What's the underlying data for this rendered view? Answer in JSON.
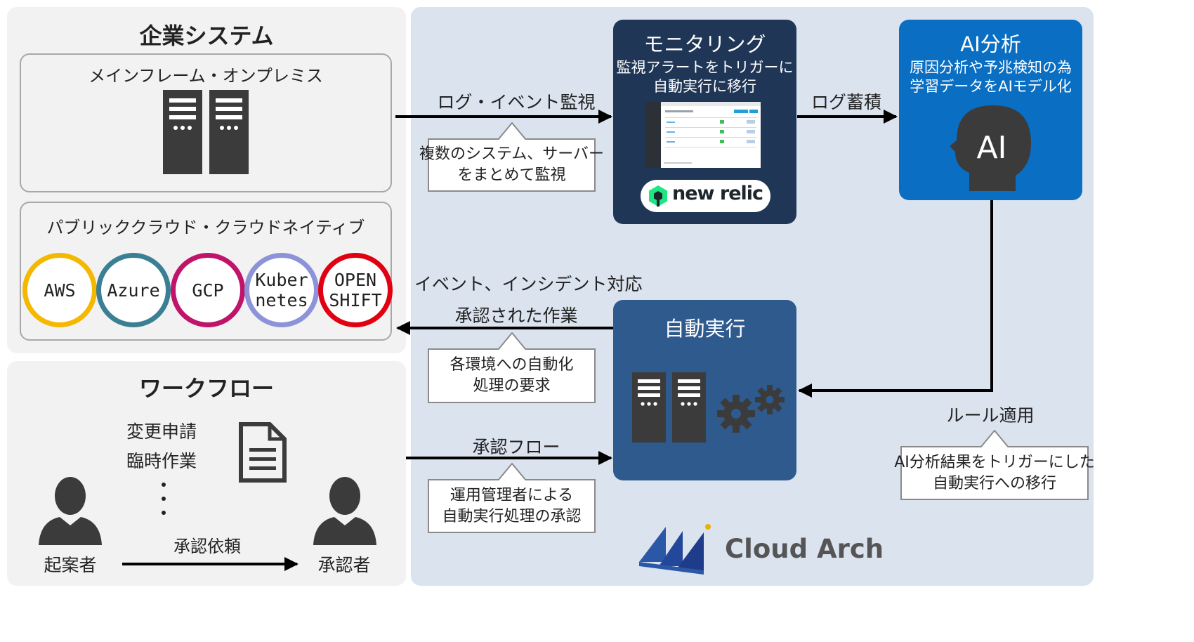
{
  "enterprise": {
    "title": "企業システム",
    "mainframe_label": "メインフレーム・オンプレミス",
    "cloud_label": "パブリッククラウド・クラウドネイティブ",
    "clouds": [
      {
        "lines": [
          "AWS"
        ],
        "color": "#f5b800"
      },
      {
        "lines": [
          "Azure"
        ],
        "color": "#3a7f93"
      },
      {
        "lines": [
          "GCP"
        ],
        "color": "#c0136a"
      },
      {
        "lines": [
          "Kuber",
          "netes"
        ],
        "color": "#8c93d8"
      },
      {
        "lines": [
          "OPEN",
          "SHIFT"
        ],
        "color": "#e00012"
      }
    ]
  },
  "workflow": {
    "title": "ワークフロー",
    "items": [
      "変更申請",
      "臨時作業"
    ],
    "requester": "起案者",
    "approver": "承認者",
    "request_label": "承認依頼"
  },
  "monitoring": {
    "title": "モニタリング",
    "desc1": "監視アラートをトリガーに",
    "desc2": "自動実行に移行",
    "logo_text": "new relic"
  },
  "ai": {
    "title": "AI分析",
    "desc1": "原因分析や予兆検知の為",
    "desc2": "学習データをAIモデル化",
    "head_text": "AI"
  },
  "auto": {
    "title": "自動実行"
  },
  "flows": {
    "log_event": "ログ・イベント監視",
    "log_callout1": "複数のシステム、サーバー",
    "log_callout2": "をまとめて監視",
    "log_store": "ログ蓄積",
    "event_incident": "イベント、インシデント対応",
    "approved_work": "承認された作業",
    "env_callout1": "各環境への自動化",
    "env_callout2": "処理の要求",
    "approval_flow": "承認フロー",
    "approval_callout1": "運用管理者による",
    "approval_callout2": "自動実行処理の承認",
    "rule_apply": "ルール適用",
    "rule_callout1": "AI分析結果をトリガーにした",
    "rule_callout2": "自動実行への移行"
  },
  "brand": {
    "name": "Cloud Arch"
  },
  "colors": {
    "panel_gray": "#f2f2f2",
    "panel_blue": "#dbe3ef",
    "monitoring_bg": "#1f3657",
    "ai_bg": "#0a6ec3",
    "auto_bg": "#2e5a8e",
    "server": "#3b3b3b",
    "newrelic_green": "#1ce783"
  }
}
